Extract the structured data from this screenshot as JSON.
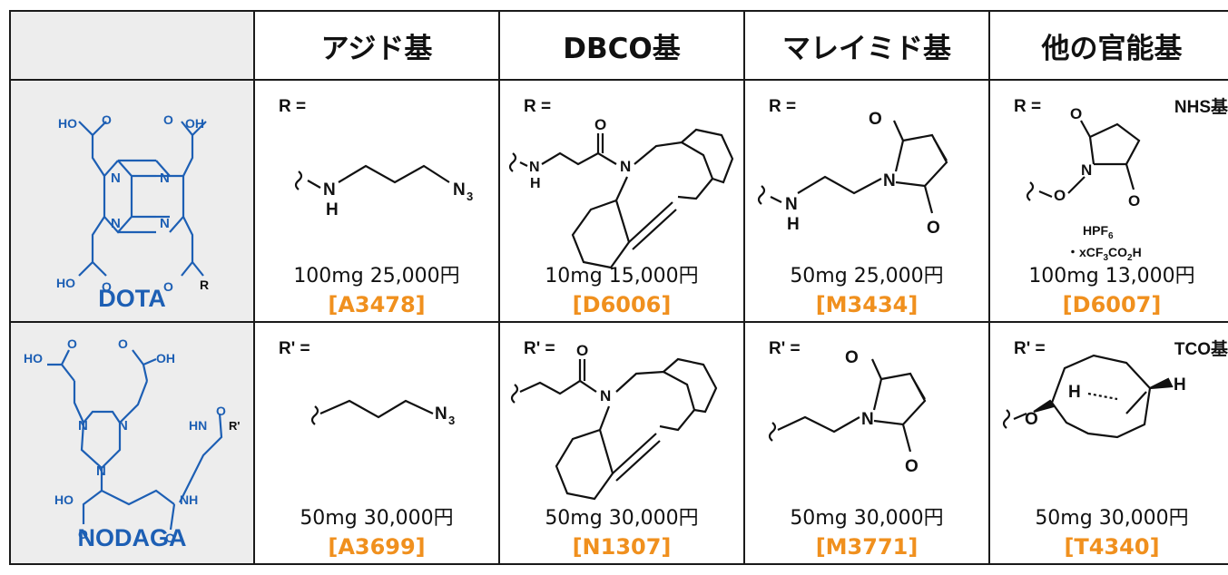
{
  "headers": [
    "アジド基",
    "DBCO基",
    "マレイミド基",
    "他の官能基"
  ],
  "rows": [
    {
      "name": "DOTA",
      "r_label": "R =",
      "cells": [
        {
          "price": "100mg 25,000円",
          "code": "[A3478]",
          "fg": ""
        },
        {
          "price": "10mg 15,000円",
          "code": "[D6006]",
          "fg": ""
        },
        {
          "price": "50mg 25,000円",
          "code": "[M3434]",
          "fg": ""
        },
        {
          "price": "100mg 13,000円",
          "code": "[D6007]",
          "fg": "NHS基"
        }
      ]
    },
    {
      "name": "NODAGA",
      "r_label": "R' =",
      "cells": [
        {
          "price": "50mg 30,000円",
          "code": "[A3699]",
          "fg": ""
        },
        {
          "price": "50mg 30,000円",
          "code": "[N1307]",
          "fg": ""
        },
        {
          "price": "50mg 30,000円",
          "code": "[M3771]",
          "fg": ""
        },
        {
          "price": "50mg 30,000円",
          "code": "[T4340]",
          "fg": "TCO基"
        }
      ]
    }
  ],
  "colors": {
    "compound": "#1d5fb4",
    "code": "#f0901e"
  }
}
